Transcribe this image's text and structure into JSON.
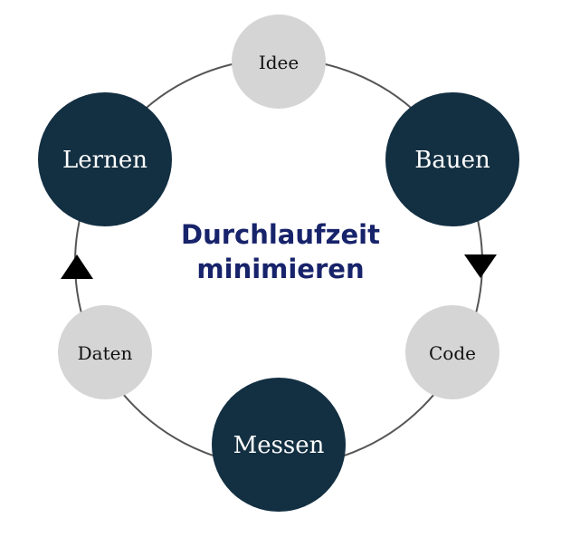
{
  "diagram": {
    "center_title": {
      "line1": "Durchlaufzeit",
      "line2": "minimieren"
    },
    "nodes": [
      {
        "key": "idee",
        "label": "Idee",
        "kind": "minor"
      },
      {
        "key": "bauen",
        "label": "Bauen",
        "kind": "major"
      },
      {
        "key": "code",
        "label": "Code",
        "kind": "minor"
      },
      {
        "key": "messen",
        "label": "Messen",
        "kind": "major"
      },
      {
        "key": "daten",
        "label": "Daten",
        "kind": "minor"
      },
      {
        "key": "lernen",
        "label": "Lernen",
        "kind": "major"
      }
    ],
    "colors": {
      "major_fill": "#132f42",
      "major_text": "#ffffff",
      "minor_fill": "#d6d5d6",
      "minor_text": "#111111",
      "ring": "#555555",
      "arrow": "#000000",
      "title": "#17236a"
    }
  }
}
